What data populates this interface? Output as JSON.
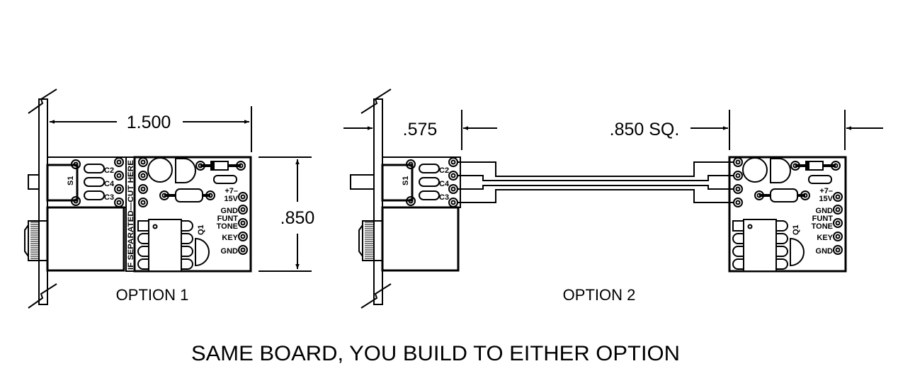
{
  "dimensions": {
    "width_option1": "1.500",
    "height": ".850",
    "switch_board_width": ".575",
    "board_square": ".850 SQ."
  },
  "labels": {
    "option1": "OPTION 1",
    "option2": "OPTION 2",
    "caption": "SAME BOARD, YOU BUILD TO EITHER OPTION",
    "cut_line": "IF SEPARATED—CUT HERE"
  },
  "switch_board": {
    "switch": "S1",
    "caps": [
      "C2",
      "C4",
      "C3"
    ]
  },
  "main_board": {
    "transistor": "Q1",
    "terminals": [
      "+7–",
      "15V",
      "GND",
      "FUNT",
      "TONE",
      "KEY",
      "GND"
    ]
  },
  "colors": {
    "ink": "#000000",
    "paper": "#ffffff"
  }
}
